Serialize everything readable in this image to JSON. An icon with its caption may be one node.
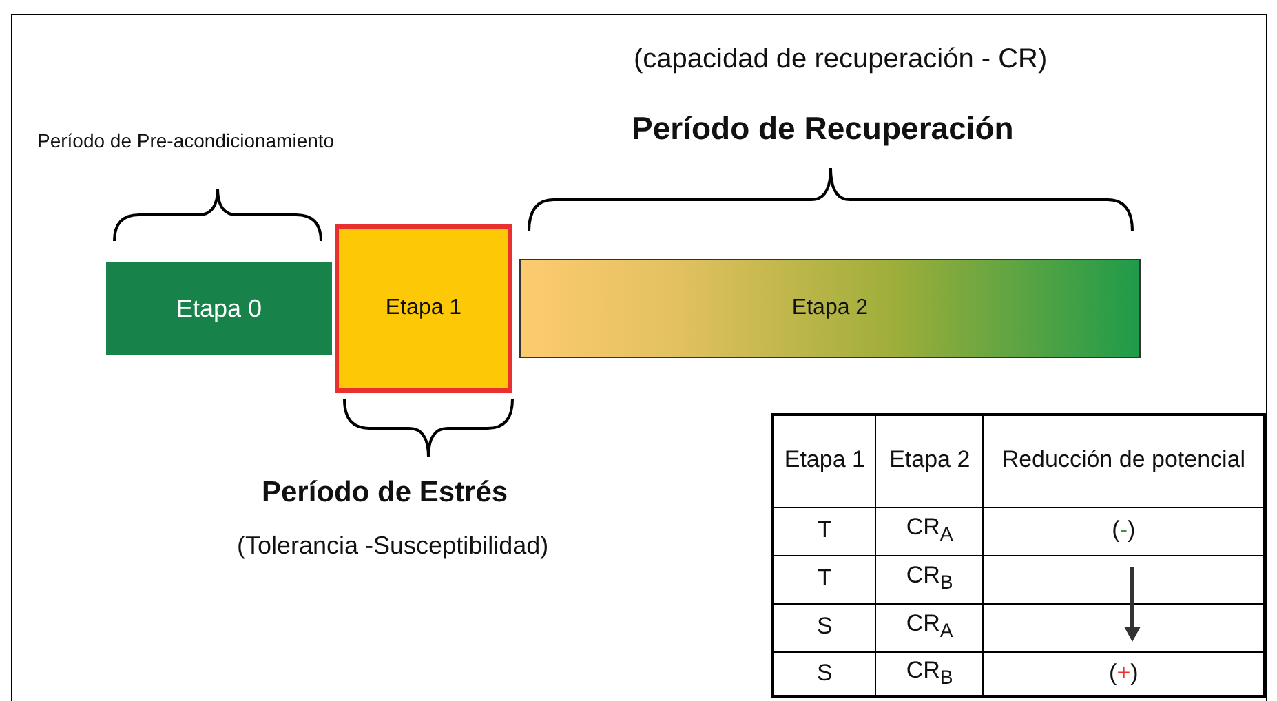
{
  "diagram": {
    "nodes": [
      {
        "text": [
          "Etapa 0"
        ]
      },
      {
        "text": [
          "Etapa 1"
        ]
      },
      {
        "text": [
          "Etapa 2"
        ]
      }
    ],
    "edges": [],
    "labels": [
      "(capacidad de recuperación - CR)",
      "Período de Pre-acondicionamiento",
      "Período de Recuperación",
      "Período de Estrés",
      "(Tolerancia -Susceptibilidad)",
      "Etapa 1",
      "Etapa 2",
      "Reducción de potencial",
      "T",
      "CR$_{A}$",
      "(-)",
      "T",
      "CR$_{B}$",
      "S",
      "CR$_{A}$",
      "S",
      "CR$_{B}$",
      "(+)"
    ]
  }
}
